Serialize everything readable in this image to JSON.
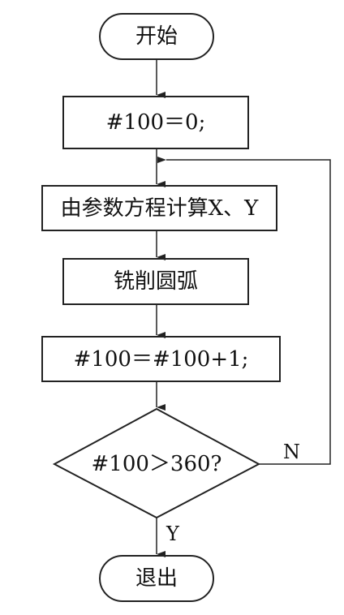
{
  "flowchart": {
    "start": "开始",
    "init": "#100＝0;",
    "compute": "由参数方程计算X、Y",
    "mill": "铣削圆弧",
    "increment": "#100＝#100+1;",
    "decision": "#100＞360?",
    "no_label": "N",
    "yes_label": "Y",
    "end": "退出"
  },
  "colors": {
    "stroke": "#222222",
    "text": "#111111",
    "background": "#ffffff"
  }
}
